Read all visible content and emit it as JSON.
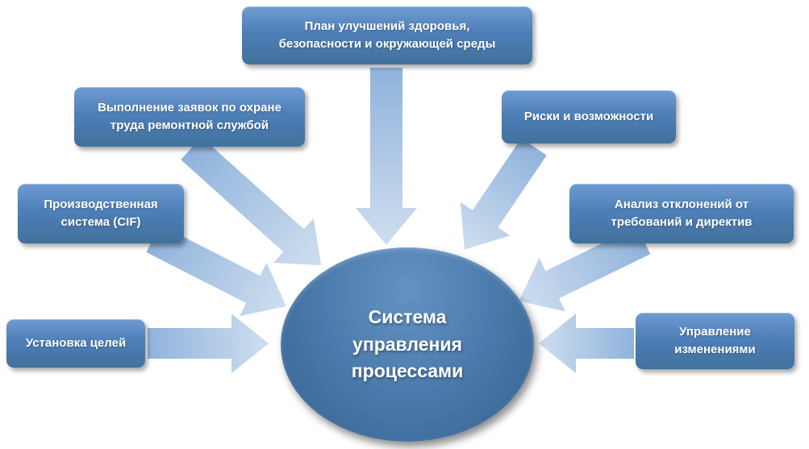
{
  "diagram": {
    "center": {
      "label": "Система\nуправления\nпроцессами"
    },
    "nodes": [
      {
        "id": "plan-improvements",
        "label": "План улучшений здоровья,\nбезопасности и окружающей среды"
      },
      {
        "id": "work-orders",
        "label": "Выполнение заявок по охране\nтруда ремонтной службой"
      },
      {
        "id": "production-system",
        "label": "Производственная\nсистема (CIF)"
      },
      {
        "id": "goal-setting",
        "label": "Установка целей"
      },
      {
        "id": "risks-opportunities",
        "label": "Риски и возможности"
      },
      {
        "id": "deviation-analysis",
        "label": "Анализ отклонений от\nтребований и директив"
      },
      {
        "id": "change-management",
        "label": "Управление\nизменениями"
      }
    ],
    "colors": {
      "box_gradient_top": "#6f9bd1",
      "box_gradient_bottom": "#41719c",
      "arrow_tail": "#8fb3dc",
      "arrow_tip": "#cfdeef",
      "ellipse_base": "#4a7aab",
      "ellipse_edge": "#35608f",
      "text": "#ffffff"
    }
  }
}
